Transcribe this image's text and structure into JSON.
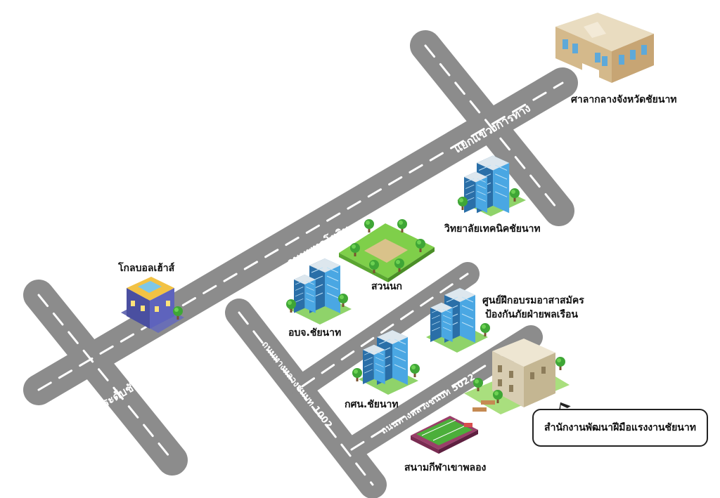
{
  "roads": {
    "main_diagonal": "ถนนพหลโยธิน",
    "left_intersection": "แยกต่างระดับชัยนาท",
    "right_intersection": "แยกแขวงการทาง",
    "rural_1002": "ถนนทางหลวงชนบท 1002",
    "rural_5022": "ถนนทางหลวงชนบท 5022"
  },
  "places": {
    "city_hall": "ศาลากลางจังหวัดชัยนาท",
    "technical_college": "วิทยาลัยเทคนิคชัยนาท",
    "park": "สวนนก",
    "global_house": "โกลบอลเฮ้าส์",
    "pao": "อบจ.ชัยนาท",
    "civil_defense_line1": "ศูนย์ฝึกอบรมอาสาสมัคร",
    "civil_defense_line2": "ป้องกันภัยฝ่ายพลเรือน",
    "nfe": "กศน.ชัยนาท",
    "stadium": "สนามกีฬาเขาพลอง",
    "labor_office": "สำนักงานพัฒนาฝีมือแรงงานชัยนาท"
  },
  "colors": {
    "road": "#8c8c8c",
    "road_dash": "#ffffff",
    "grass": "#7fcf4a",
    "glass": "#3d9ad8",
    "glass_dark": "#2a6fa8"
  },
  "icons": [
    "city-hall-icon",
    "office-tower-icon",
    "park-icon",
    "shop-icon",
    "stadium-icon",
    "labor-office-icon"
  ]
}
